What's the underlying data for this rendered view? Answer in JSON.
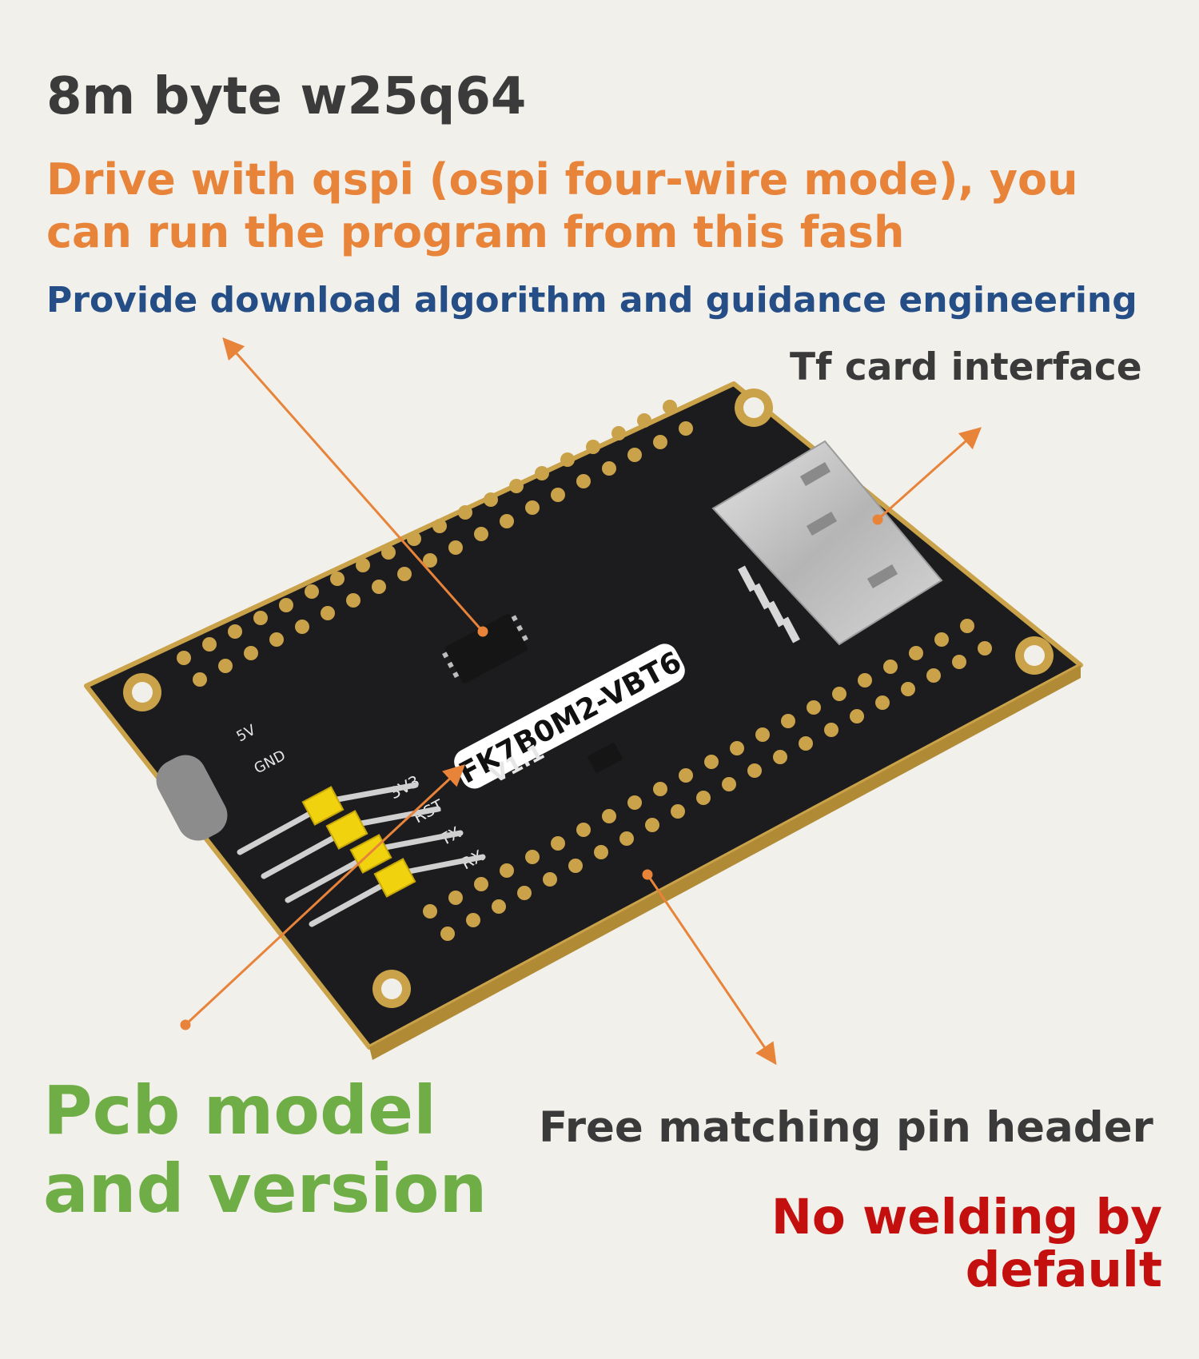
{
  "callouts": {
    "title": "8m byte w25q64",
    "flash_desc": "Drive with qspi (ospi four-wire mode), you can run the program from this fash",
    "download_note": "Provide download algorithm and guidance engineering",
    "tf_card": "Tf card interface",
    "pcb_model": "Pcb model and version",
    "pin_header": "Free matching pin header",
    "no_welding": "No welding by default"
  },
  "board": {
    "model_label": "FK7B0M2-VBT6",
    "version_label": "V1.1",
    "header_labels": [
      "3V3",
      "RST",
      "TX",
      "RX"
    ],
    "power_labels": [
      "5V",
      "GND"
    ]
  },
  "colors": {
    "background": "#f2f0eb",
    "title": "#3b3b3b",
    "orange": "#e8833a",
    "blue": "#254e86",
    "green": "#6fae46",
    "red": "#c40f0f",
    "pcb": "#1c1c1e",
    "pad_gold": "#c9a24a",
    "header_yellow": "#f1d20f"
  }
}
